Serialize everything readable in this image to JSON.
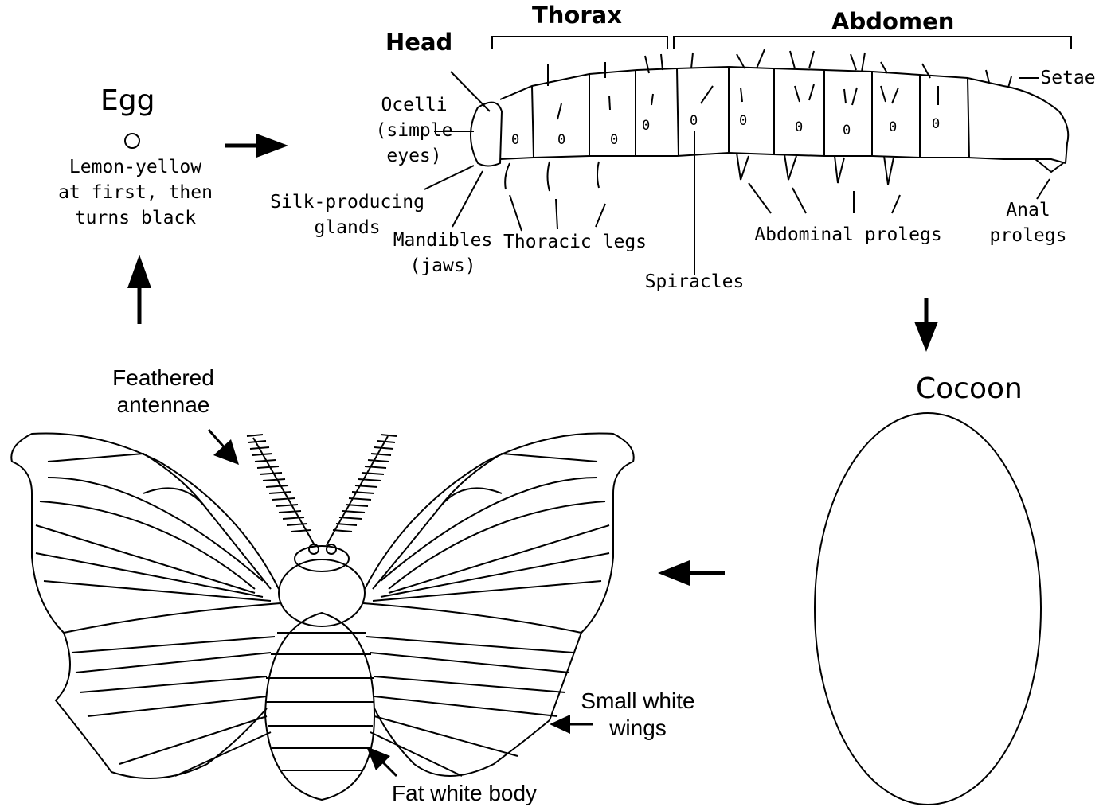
{
  "stages": {
    "egg": "Egg",
    "egg_symbol": "O",
    "egg_note": [
      "Lemon-yellow",
      "at first, then",
      "turns black"
    ],
    "cocoon": "Cocoon"
  },
  "larva": {
    "head": "Head",
    "thorax": "Thorax",
    "abdomen": "Abdomen",
    "ocelli": [
      "Ocelli",
      "(simple",
      "eyes)"
    ],
    "silk": [
      "Silk-producing",
      "glands"
    ],
    "mandibles": [
      "Mandibles",
      "(jaws)"
    ],
    "thoracic_legs": "Thoracic legs",
    "spiracles": "Spiracles",
    "abdominal_prolegs": "Abdominal prolegs",
    "anal_prolegs": [
      "Anal",
      "prolegs"
    ],
    "setae": "Setae",
    "spiracle_mark": "0"
  },
  "moth": {
    "antennae": [
      "Feathered",
      "antennae"
    ],
    "wings": [
      "Small white",
      "wings"
    ],
    "body": "Fat white body"
  },
  "colors": {
    "ink": "#000000",
    "paper": "#ffffff"
  }
}
